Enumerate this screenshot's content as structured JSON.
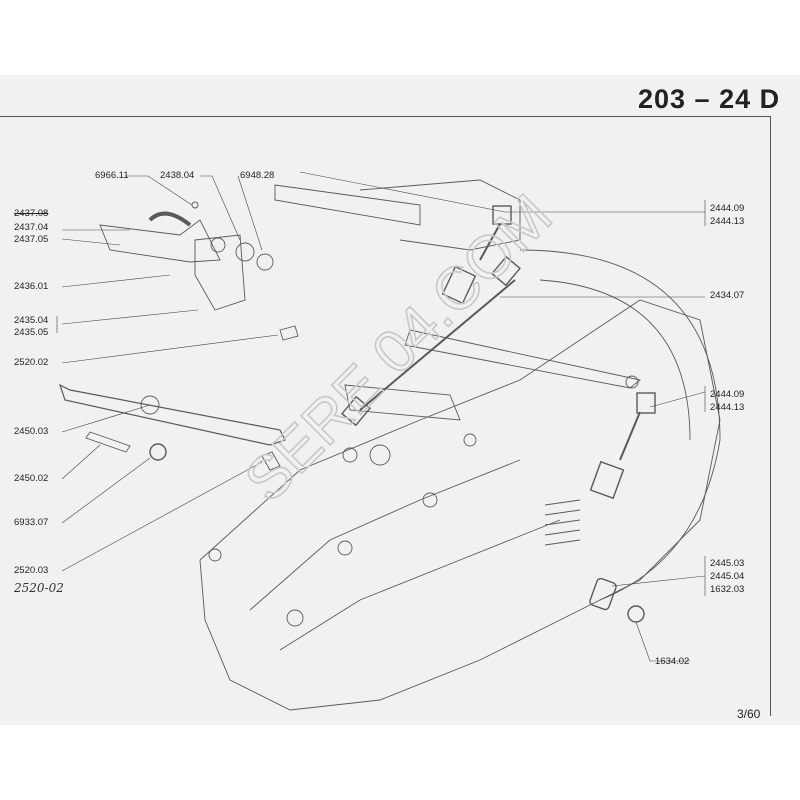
{
  "header": {
    "title": "203  –  24 D"
  },
  "footer": {
    "page": "3/60"
  },
  "watermark": {
    "text": "SERE 04.COM"
  },
  "handwritten_note": "2520-02",
  "labels": {
    "l_6966_11": "6966.11",
    "l_2438_04": "2438.04",
    "l_6948_28": "6948.28",
    "l_2437_08": "2437.08",
    "l_2437_04": "2437.04",
    "l_2437_05": "2437.05",
    "l_2436_01": "2436.01",
    "l_2435_04": "2435.04",
    "l_2435_05": "2435.05",
    "l_2520_02": "2520.02",
    "l_2450_03": "2450.03",
    "l_2450_02": "2450.02",
    "l_6933_07": "6933.07",
    "l_2520_03": "2520.03",
    "l_2444_09a": "2444.09",
    "l_2444_13a": "2444.13",
    "l_2434_07": "2434.07",
    "l_2444_09b": "2444.09",
    "l_2444_13b": "2444.13",
    "l_2445_03": "2445.03",
    "l_2445_04": "2445.04",
    "l_1632_03": "1632.03",
    "l_1634_02": "1634.02"
  }
}
